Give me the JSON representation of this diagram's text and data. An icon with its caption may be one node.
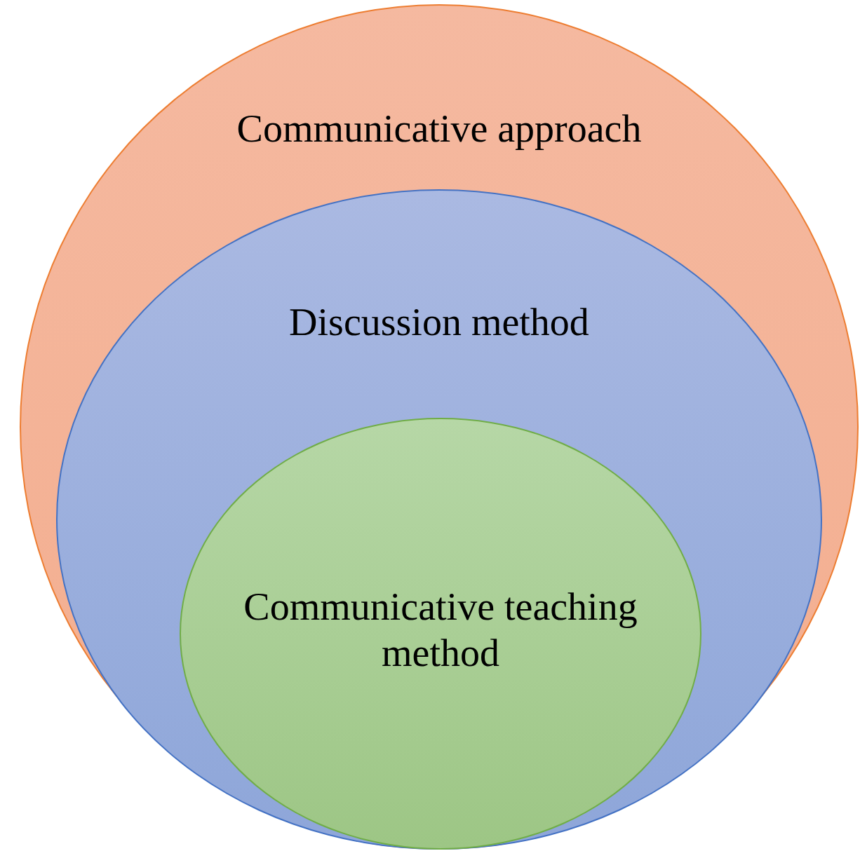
{
  "diagram": {
    "nodes": [
      {
        "text": [
          "Communicative approach"
        ]
      },
      {
        "text": [
          "Discussion method"
        ],
        "in": 0
      },
      {
        "text": [
          "Communicative teaching method"
        ],
        "in": 1
      }
    ]
  }
}
